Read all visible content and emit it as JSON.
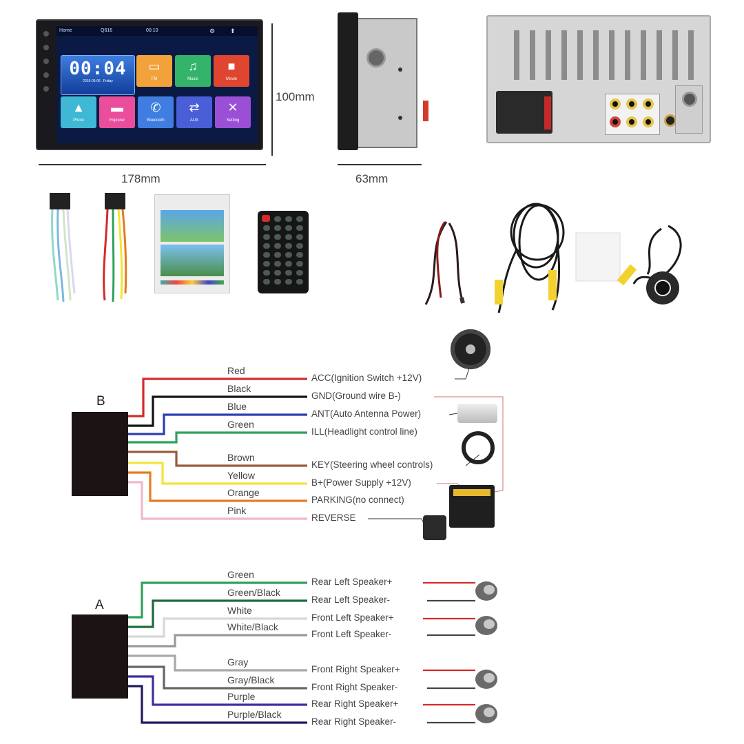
{
  "dimensions": {
    "height": "100mm",
    "width": "178mm",
    "depth": "63mm"
  },
  "screen": {
    "status_home": "Home",
    "status_mid": "Q616",
    "status_time": "00:10",
    "clock_time": "00:04",
    "clock_date": "2019-05-06",
    "clock_day": "Friday",
    "tiles": [
      {
        "label": "FM",
        "color": "#f2a23a",
        "icon": "radio-icon",
        "glyph": "▭"
      },
      {
        "label": "Music",
        "color": "#34b46a",
        "icon": "headphones-icon",
        "glyph": "♫"
      },
      {
        "label": "Movie",
        "color": "#e0452f",
        "icon": "camera-icon",
        "glyph": "■"
      },
      {
        "label": "Photo",
        "color": "#3fb8d6",
        "icon": "photo-icon",
        "glyph": "▲"
      },
      {
        "label": "Explorer",
        "color": "#e94d9b",
        "icon": "folder-icon",
        "glyph": "▬"
      },
      {
        "label": "Bluetooth",
        "color": "#3f7ee0",
        "icon": "phone-icon",
        "glyph": "✆"
      },
      {
        "label": "AUX",
        "color": "#4a5ed8",
        "icon": "aux-icon",
        "glyph": "⇄"
      },
      {
        "label": "Setting",
        "color": "#9a4fd6",
        "icon": "settings-icon",
        "glyph": "✕"
      }
    ]
  },
  "harness_b": {
    "letter": "B",
    "wires": [
      {
        "color_name": "Red",
        "dest": "ACC(Ignition Switch +12V)",
        "color": "#d42a2a"
      },
      {
        "color_name": "Black",
        "dest": "GND(Ground wire B-)",
        "color": "#111111"
      },
      {
        "color_name": "Blue",
        "dest": "ANT(Auto Antenna Power)",
        "color": "#2a3fb0"
      },
      {
        "color_name": "Green",
        "dest": "ILL(Headlight control line)",
        "color": "#2fa05a"
      },
      {
        "color_name": "Brown",
        "dest": "KEY(Steering wheel controls)",
        "color": "#9c5a3c"
      },
      {
        "color_name": "Yellow",
        "dest": "B+(Power Supply +12V)",
        "color": "#f3e43a"
      },
      {
        "color_name": "Orange",
        "dest": "PARKING(no connect)",
        "color": "#e87a1e"
      },
      {
        "color_name": "Pink",
        "dest": "REVERSE",
        "color": "#f0b8c6"
      }
    ]
  },
  "harness_a": {
    "letter": "A",
    "wires": [
      {
        "color_name": "Green",
        "dest": "Rear Left Speaker+",
        "color": "#2fa05a"
      },
      {
        "color_name": "Green/Black",
        "dest": "Rear Left Speaker-",
        "color": "#1e6a3a"
      },
      {
        "color_name": "White",
        "dest": "Front Left Speaker+",
        "color": "#d8d8d8"
      },
      {
        "color_name": "White/Black",
        "dest": "Front Left Speaker-",
        "color": "#9a9a9a"
      },
      {
        "color_name": "Gray",
        "dest": "Front Right Speaker+",
        "color": "#a8a8a8"
      },
      {
        "color_name": "Gray/Black",
        "dest": "Front Right Speaker-",
        "color": "#666666"
      },
      {
        "color_name": "Purple",
        "dest": "Rear Right Speaker+",
        "color": "#3a2fa0"
      },
      {
        "color_name": "Purple/Black",
        "dest": "Rear Right Speaker-",
        "color": "#1f1a5c"
      }
    ]
  }
}
